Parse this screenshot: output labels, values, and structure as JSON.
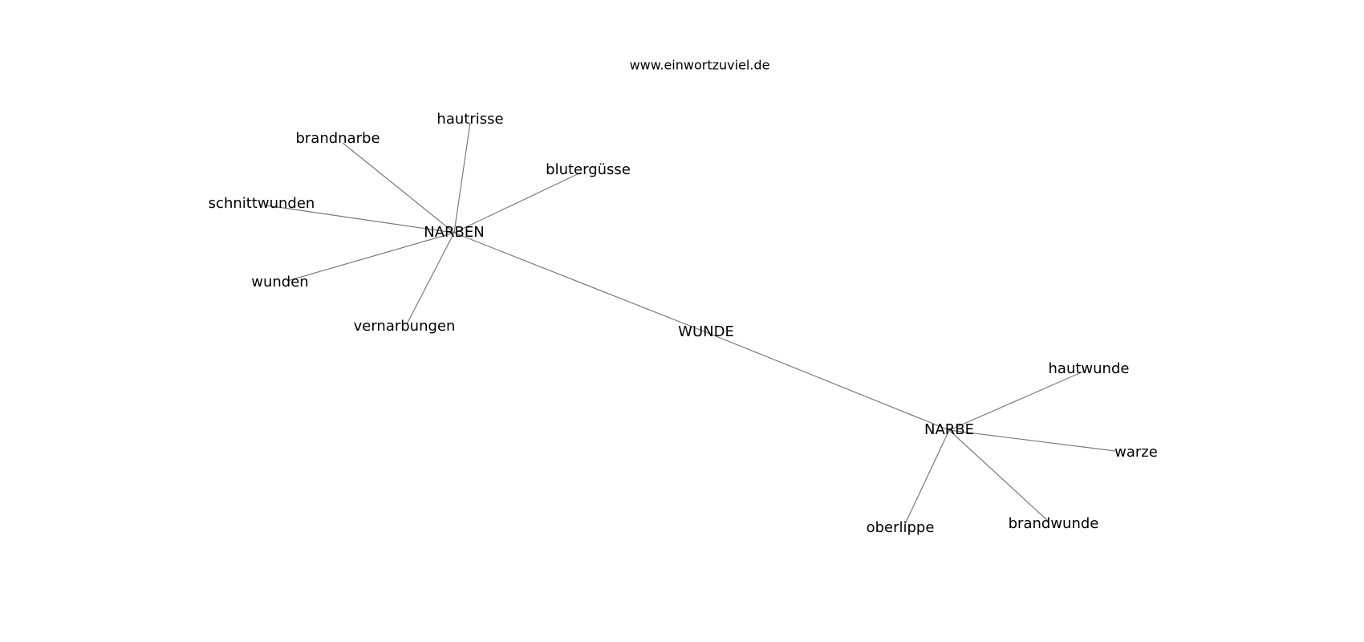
{
  "site": "www.einwortzuviel.de",
  "graph": {
    "edge_color": "#7a7a7a",
    "nodes": [
      {
        "id": "wunde",
        "label": "WUNDE"
      },
      {
        "id": "narben",
        "label": "NARBEN"
      },
      {
        "id": "narbe",
        "label": "NARBE"
      },
      {
        "id": "hautrisse",
        "label": "hautrisse"
      },
      {
        "id": "brandnarbe",
        "label": "brandnarbe"
      },
      {
        "id": "bluterguesse",
        "label": "blutergüsse"
      },
      {
        "id": "schnittwunden",
        "label": "schnittwunden"
      },
      {
        "id": "wunden",
        "label": "wunden"
      },
      {
        "id": "vernarbungen",
        "label": "vernarbungen"
      },
      {
        "id": "hautwunde",
        "label": "hautwunde"
      },
      {
        "id": "warze",
        "label": "warze"
      },
      {
        "id": "oberlippe",
        "label": "oberlippe"
      },
      {
        "id": "brandwunde",
        "label": "brandwunde"
      }
    ],
    "edges": [
      {
        "from": "narben",
        "to": "wunde"
      },
      {
        "from": "wunde",
        "to": "narbe"
      },
      {
        "from": "narben",
        "to": "hautrisse"
      },
      {
        "from": "narben",
        "to": "brandnarbe"
      },
      {
        "from": "narben",
        "to": "bluterguesse"
      },
      {
        "from": "narben",
        "to": "schnittwunden"
      },
      {
        "from": "narben",
        "to": "wunden"
      },
      {
        "from": "narben",
        "to": "vernarbungen"
      },
      {
        "from": "narbe",
        "to": "hautwunde"
      },
      {
        "from": "narbe",
        "to": "warze"
      },
      {
        "from": "narbe",
        "to": "oberlippe"
      },
      {
        "from": "narbe",
        "to": "brandwunde"
      }
    ]
  }
}
